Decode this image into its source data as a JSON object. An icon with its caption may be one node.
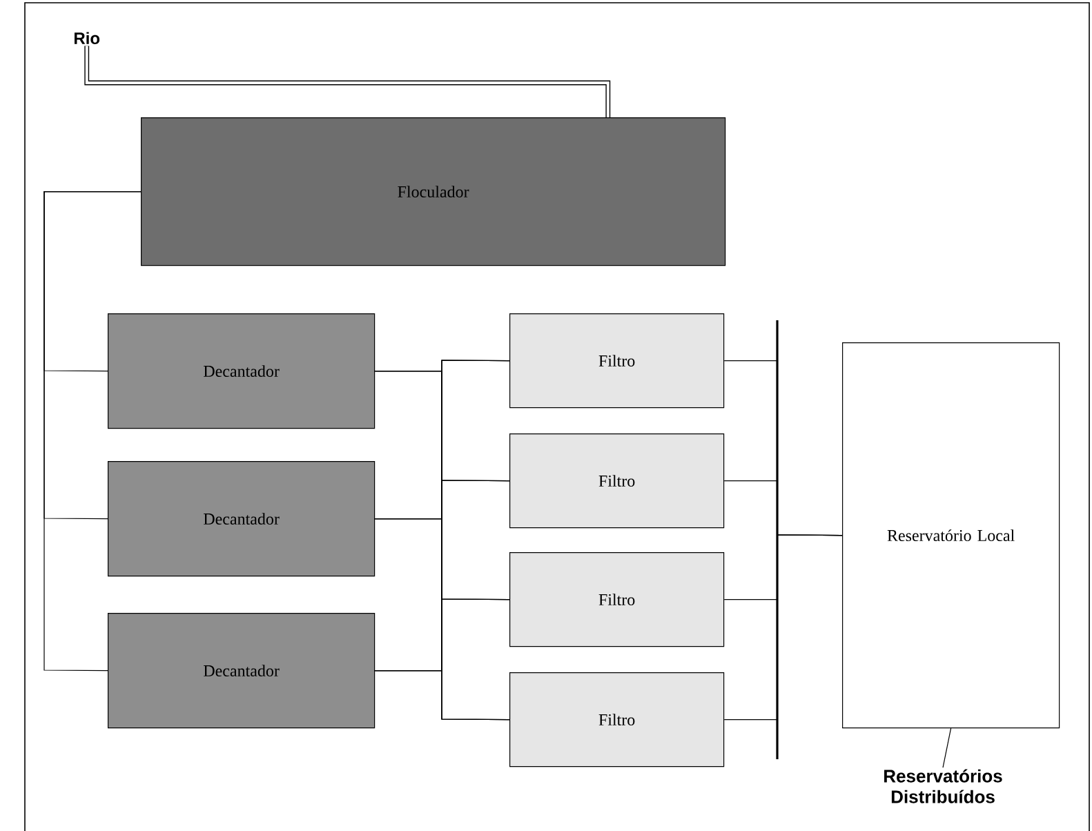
{
  "diagram": {
    "nodes": [
      {
        "text": [
          "Rio"
        ]
      },
      {
        "text": [
          "Floculador"
        ]
      },
      {
        "text": [
          "Decantador"
        ]
      },
      {
        "text": [
          "Decantador"
        ]
      },
      {
        "text": [
          "Decantador"
        ]
      },
      {
        "text": [
          "Filtro"
        ]
      },
      {
        "text": [
          "Filtro"
        ]
      },
      {
        "text": [
          "Filtro"
        ]
      },
      {
        "text": [
          "Filtro"
        ]
      },
      {
        "text": [
          "Reservatório Local"
        ]
      },
      {
        "text": [
          "Reservatórios Distribuídos"
        ]
      }
    ],
    "edges": [
      {
        "from": 0,
        "to": 1,
        "arrow": "none",
        "style": "thick"
      },
      {
        "from": 1,
        "to": 2,
        "arrow": "none"
      },
      {
        "from": 1,
        "to": 3,
        "arrow": "none"
      },
      {
        "from": 1,
        "to": 4,
        "arrow": "none"
      },
      {
        "from": 2,
        "to": 5,
        "arrow": "none"
      },
      {
        "from": 2,
        "to": 6,
        "arrow": "none"
      },
      {
        "from": 2,
        "to": 7,
        "arrow": "none"
      },
      {
        "from": 2,
        "to": 8,
        "arrow": "none"
      },
      {
        "from": 3,
        "to": 5,
        "arrow": "none"
      },
      {
        "from": 3,
        "to": 6,
        "arrow": "none"
      },
      {
        "from": 3,
        "to": 7,
        "arrow": "none"
      },
      {
        "from": 3,
        "to": 8,
        "arrow": "none"
      },
      {
        "from": 4,
        "to": 5,
        "arrow": "none"
      },
      {
        "from": 4,
        "to": 6,
        "arrow": "none"
      },
      {
        "from": 4,
        "to": 7,
        "arrow": "none"
      },
      {
        "from": 4,
        "to": 8,
        "arrow": "none"
      },
      {
        "from": 5,
        "to": 9,
        "arrow": "none"
      },
      {
        "from": 6,
        "to": 9,
        "arrow": "none"
      },
      {
        "from": 7,
        "to": 9,
        "arrow": "none"
      },
      {
        "from": 8,
        "to": 9,
        "arrow": "none"
      },
      {
        "from": 9,
        "to": 10,
        "arrow": "none"
      }
    ]
  }
}
